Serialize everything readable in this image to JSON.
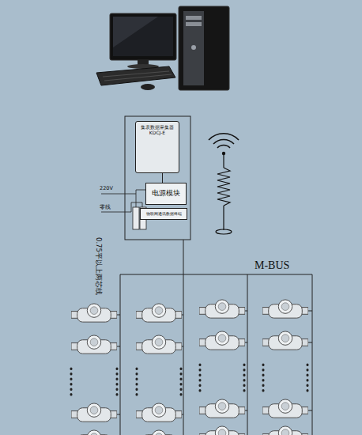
{
  "diagram": {
    "nodes": [
      {
        "text": [
          "集表数据采集器",
          "KDCJ-E"
        ]
      },
      {
        "text": [
          "电源模块"
        ]
      },
      {
        "text": [
          "物联网通讯数据终端"
        ]
      }
    ],
    "edges": [
      {
        "from": 0,
        "to": 1,
        "arrow": "none"
      }
    ],
    "labels": [
      "220V",
      "零线",
      "0.75平以上两芯线",
      "M-BUS"
    ]
  }
}
